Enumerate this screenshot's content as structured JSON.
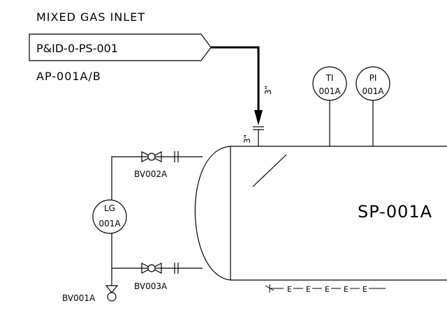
{
  "inlet": {
    "title": "MIXED GAS INLET",
    "drawing_ref": "P&ID-0-PS-001",
    "source": "AP-001A/B"
  },
  "pipe": {
    "size_vertical": "3\"",
    "size_nozzle": "3\""
  },
  "instruments": [
    {
      "tag": "TI",
      "number": "001A"
    },
    {
      "tag": "PI",
      "number": "001A"
    },
    {
      "tag": "LG",
      "number": "001A"
    }
  ],
  "valves": {
    "upper": "BV002A",
    "lower": "BV003A",
    "drain": "BV001A"
  },
  "vessel": {
    "tag": "SP-001A"
  },
  "tracing": {
    "label": "E"
  }
}
